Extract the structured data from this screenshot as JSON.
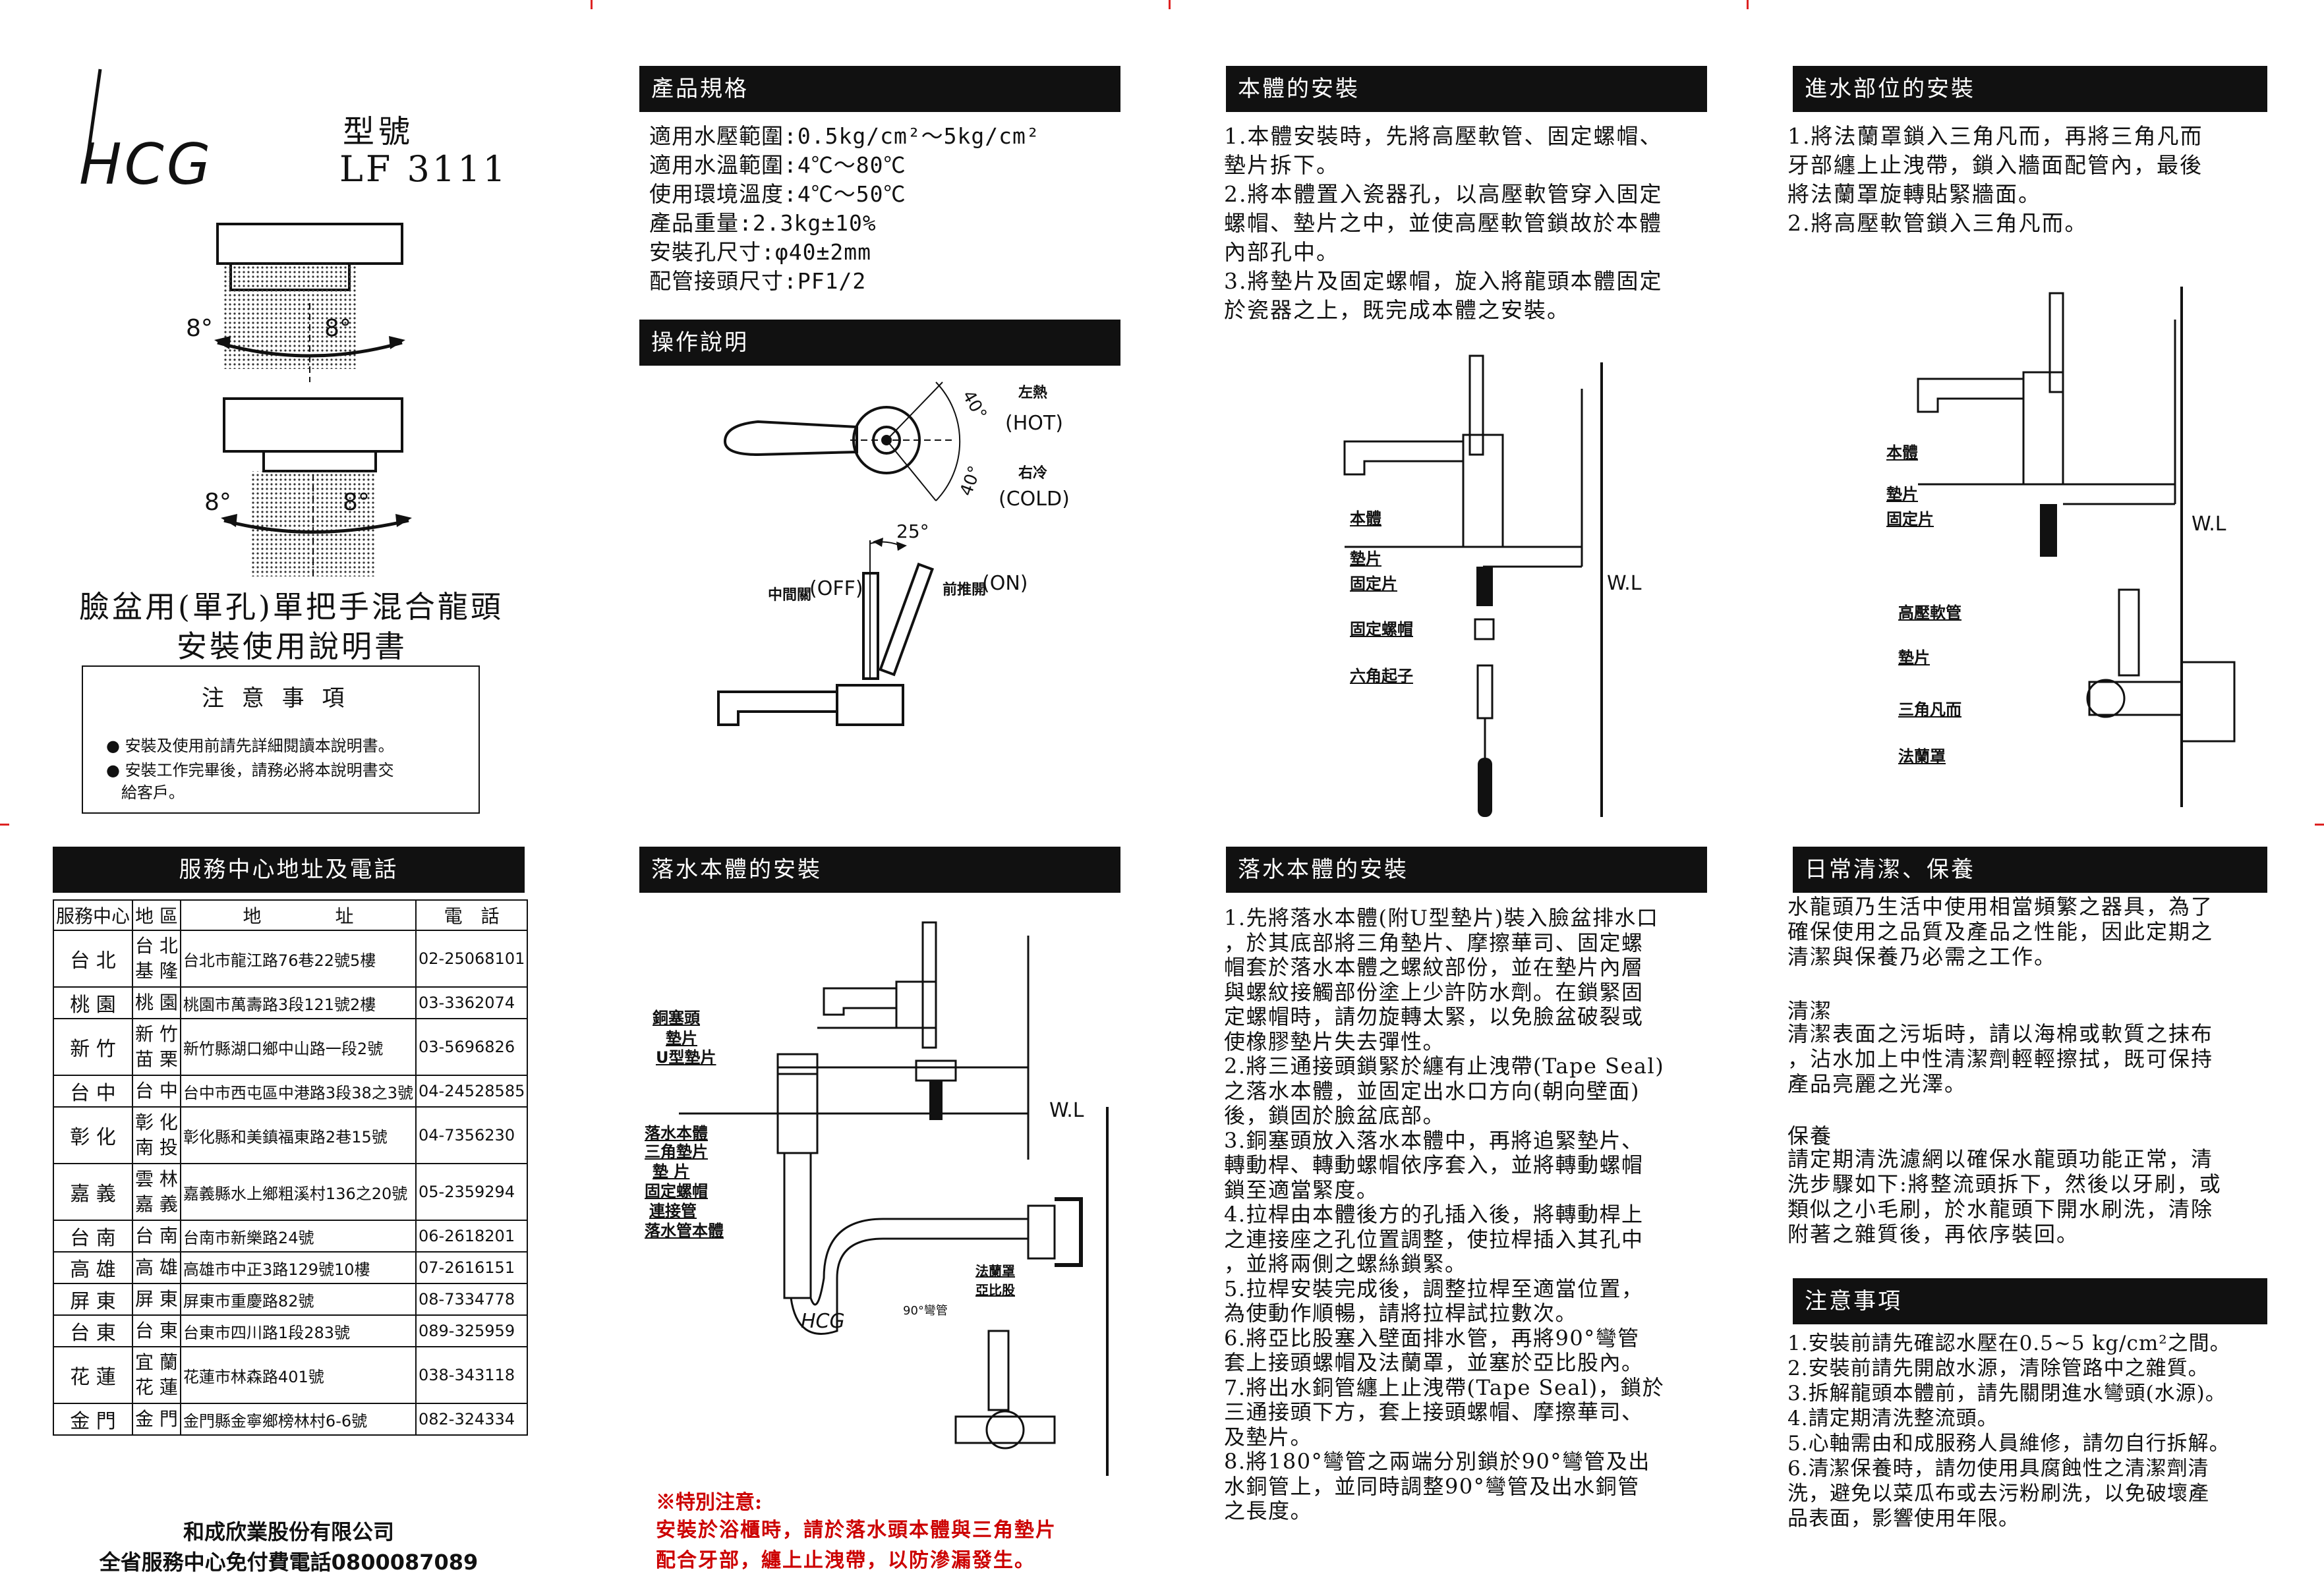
{
  "brand": {
    "logo": "HCG"
  },
  "model": {
    "label": "型號",
    "number": "LF 3111"
  },
  "left": {
    "swing_angles": [
      "8°",
      "8°",
      "8°",
      "8°"
    ],
    "title_line1": "臉盆用(單孔)單把手混合龍頭",
    "title_line2": "安裝使用說明書",
    "notice": {
      "title": "注 意 事 項",
      "items": [
        "● 安裝及使用前請先詳細閱讀本說明書。",
        "● 安裝工作完畢後，請務必將本說明書交\n   給客戶。"
      ]
    }
  },
  "service": {
    "header": "服務中心地址及電話",
    "columns": [
      "服務中心",
      "地 區",
      "地　　　　址",
      "電　話"
    ],
    "rows": [
      {
        "center": "台 北",
        "area": "台 北\n基 隆",
        "address": "台北市龍江路76巷22號5樓",
        "phone": "02-25068101"
      },
      {
        "center": "桃 園",
        "area": "桃 園",
        "address": "桃園市萬壽路3段121號2樓",
        "phone": "03-3362074"
      },
      {
        "center": "新 竹",
        "area": "新 竹\n苗 栗",
        "address": "新竹縣湖口鄉中山路一段2號",
        "phone": "03-5696826"
      },
      {
        "center": "台 中",
        "area": "台 中",
        "address": "台中市西屯區中港路3段38之3號",
        "phone": "04-24528585"
      },
      {
        "center": "彰 化",
        "area": "彰 化\n南 投",
        "address": "彰化縣和美鎮福東路2巷15號",
        "phone": "04-7356230"
      },
      {
        "center": "嘉 義",
        "area": "雲 林\n嘉 義",
        "address": "嘉義縣水上鄉粗溪村136之20號",
        "phone": "05-2359294"
      },
      {
        "center": "台 南",
        "area": "台 南",
        "address": "台南市新樂路24號",
        "phone": "06-2618201"
      },
      {
        "center": "高 雄",
        "area": "高 雄",
        "address": "高雄市中正3路129號10樓",
        "phone": "07-2616151"
      },
      {
        "center": "屏 東",
        "area": "屏 東",
        "address": "屏東市重慶路82號",
        "phone": "08-7334778"
      },
      {
        "center": "台 東",
        "area": "台 東",
        "address": "台東市四川路1段283號",
        "phone": "089-325959"
      },
      {
        "center": "花 蓮",
        "area": "宜 蘭\n花 蓮",
        "address": "花蓮市林森路401號",
        "phone": "038-343118"
      },
      {
        "center": "金 門",
        "area": "金 門",
        "address": "金門縣金寧鄉榜林村6-6號",
        "phone": "082-324334"
      }
    ],
    "footer1": "和成欣業股份有限公司",
    "footer2": "全省服務中心免付費電話0800087089"
  },
  "specs": {
    "header": "產品規格",
    "lines": "適用水壓範圍:0.5kg/cm²～5kg/cm²\n適用水溫範圍:4℃～80℃\n使用環境溫度:4℃～50℃\n產品重量:2.3kg±10%\n安裝孔尺寸:φ40±2mm\n配管接頭尺寸:PF1/2"
  },
  "operation": {
    "header": "操作說明",
    "left_hot": "左熱",
    "hot": "(HOT)",
    "right_cold": "右冷",
    "cold": "(COLD)",
    "angle1": "40°",
    "angle2": "40°",
    "angle3": "25°",
    "off_label": "中間關",
    "off": "(OFF)",
    "on_label": "前推開",
    "on": "(ON)"
  },
  "drain1": {
    "header": "落水本體的安裝",
    "labels": [
      "銅塞頭",
      "墊片",
      "U型墊片",
      "落水本體",
      "三角墊片",
      "墊 片",
      "固定螺帽",
      "連接管",
      "落水管本體",
      "法蘭罩",
      "亞比股"
    ],
    "elbow": "90°彎管",
    "wl": "W.L",
    "logo": "HCG",
    "note_title": "※特別注意:",
    "note_body": "安裝於浴櫃時，請於落水頭本體與三角墊片\n配合牙部，纏上止洩帶，以防滲漏發生。"
  },
  "body_install": {
    "header": "本體的安裝",
    "text": "1.本體安裝時，先將高壓軟管、固定螺帽、\n墊片拆下。\n2.將本體置入瓷器孔，以高壓軟管穿入固定\n螺帽、墊片之中，並使高壓軟管鎖故於本體\n內部孔中。\n3.將墊片及固定螺帽，旋入將龍頭本體固定\n於瓷器之上，既完成本體之安裝。",
    "labels": [
      "本體",
      "墊片",
      "固定片",
      "固定螺帽",
      "六角起子"
    ],
    "wl": "W.L"
  },
  "drain2": {
    "header": "落水本體的安裝",
    "text": "1.先將落水本體(附U型墊片)裝入臉盆排水口\n，於其底部將三角墊片、摩擦華司、固定螺\n帽套於落水本體之螺紋部份，並在墊片內層\n與螺紋接觸部份塗上少許防水劑。在鎖緊固\n定螺帽時，請勿旋轉太緊，以免臉盆破裂或\n使橡膠墊片失去彈性。\n2.將三通接頭鎖緊於纏有止洩帶(Tape Seal)\n之落水本體，並固定出水口方向(朝向壁面)\n後，鎖固於臉盆底部。\n3.銅塞頭放入落水本體中，再將追緊墊片、\n轉動桿、轉動螺帽依序套入，並將轉動螺帽\n鎖至適當緊度。\n4.拉桿由本體後方的孔插入後，將轉動桿上\n之連接座之孔位置調整，使拉桿插入其孔中\n，並將兩側之螺絲鎖緊。\n5.拉桿安裝完成後，調整拉桿至適當位置，\n為使動作順暢，請將拉桿試拉數次。\n6.將亞比股塞入壁面排水管，再將90°彎管\n套上接頭螺帽及法蘭罩，並塞於亞比股內。\n7.將出水銅管纏上止洩帶(Tape Seal)，鎖於\n三通接頭下方，套上接頭螺帽、摩擦華司、\n及墊片。\n8.將180°彎管之兩端分別鎖於90°彎管及出\n水銅管上，並同時調整90°彎管及出水銅管\n之長度。"
  },
  "inlet": {
    "header": "進水部位的安裝",
    "text": "1.將法蘭罩鎖入三角凡而，再將三角凡而\n牙部纏上止洩帶，鎖入牆面配管內，最後\n將法蘭罩旋轉貼緊牆面。\n2.將高壓軟管鎖入三角凡而。",
    "labels": [
      "本體",
      "墊片",
      "固定片",
      "高壓軟管",
      "墊片",
      "三角凡而",
      "法蘭罩"
    ],
    "wl": "W.L"
  },
  "care": {
    "header": "日常清潔、保養",
    "intro": "水龍頭乃生活中使用相當頻繁之器具，為了\n確保使用之品質及產品之性能，因此定期之\n清潔與保養乃必需之工作。",
    "clean_title": "清潔",
    "clean_text": "清潔表面之污垢時，請以海棉或軟質之抹布\n，沾水加上中性清潔劑輕輕擦拭，既可保持\n產品亮麗之光澤。",
    "maint_title": "保養",
    "maint_text": "請定期清洗濾網以確保水龍頭功能正常，清\n洗步驟如下:將整流頭拆下，然後以牙刷，或\n類似之小毛刷，於水龍頭下開水刷洗，清除\n附著之雜質後，再依序裝回。"
  },
  "cautions": {
    "header": "注意事項",
    "text": "1.安裝前請先確認水壓在0.5~5 kg/cm²之間。\n2.安裝前請先開啟水源，清除管路中之雜質。\n3.拆解龍頭本體前，請先關閉進水彎頭(水源)。\n4.請定期清洗整流頭。\n5.心軸需由和成服務人員維修，請勿自行拆解。\n6.清潔保養時，請勿使用具腐蝕性之清潔劑清\n洗，避免以菜瓜布或去污粉刷洗，以免破壞產\n品表面，影響使用年限。"
  }
}
